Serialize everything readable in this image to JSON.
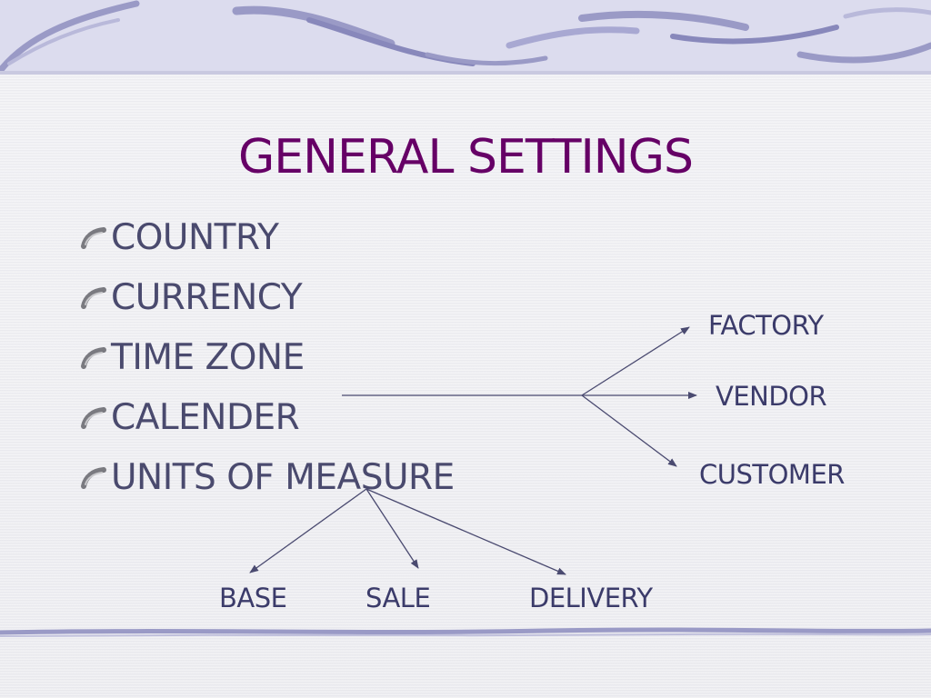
{
  "title": "GENERAL SETTINGS",
  "bullets": [
    "COUNTRY",
    "CURRENCY",
    "TIME ZONE",
    "CALENDER",
    "UNITS OF MEASURE"
  ],
  "calender_branches": [
    "FACTORY",
    "VENDOR",
    "CUSTOMER"
  ],
  "uom_branches": [
    "BASE",
    "SALE",
    "DELIVERY"
  ],
  "colors": {
    "title": "#660066",
    "text": "#4a4a6e",
    "lines": "#4a4a70",
    "swirl": "#9a9ac6"
  }
}
